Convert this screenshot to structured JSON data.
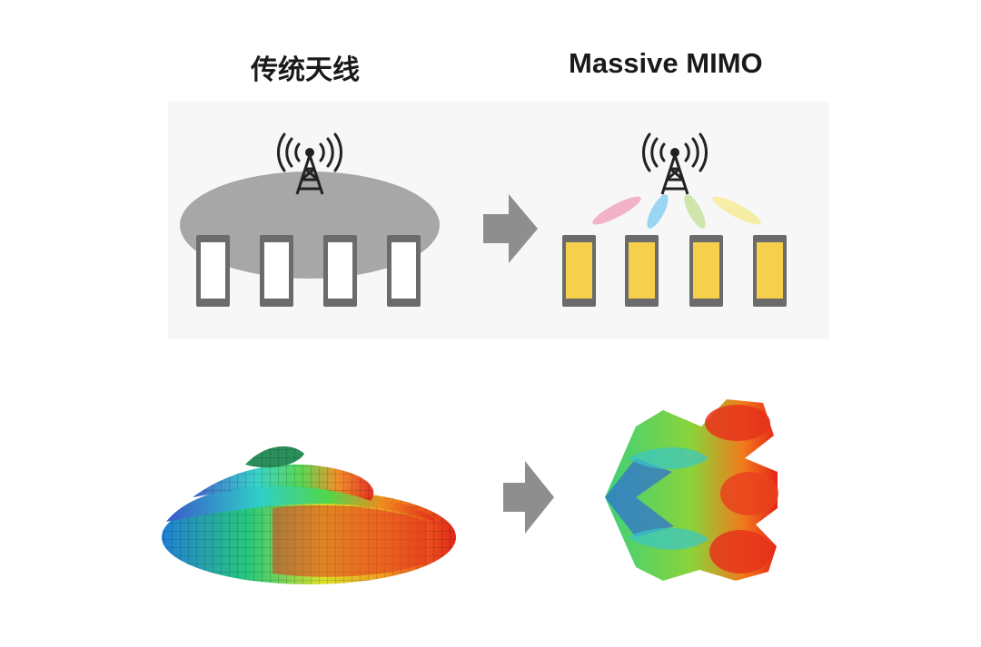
{
  "titles": {
    "traditional": "传统天线",
    "massive": "Massive MIMO"
  },
  "colors": {
    "coverage_gray": "#a7a7a7",
    "arrow_gray": "#8e8e8e",
    "phone_frame": "#6b6b6b",
    "phone_screen_traditional": "#ffffff",
    "phone_screen_massive": "#f6cf4d",
    "beam_colors": [
      "#f1a7bd",
      "#8fd0ef",
      "#c9e3a3",
      "#f5ec9c"
    ]
  },
  "icons": [
    "antenna-tower-icon",
    "arrow-right-icon",
    "smartphone-icon"
  ],
  "phones_per_group": 4
}
